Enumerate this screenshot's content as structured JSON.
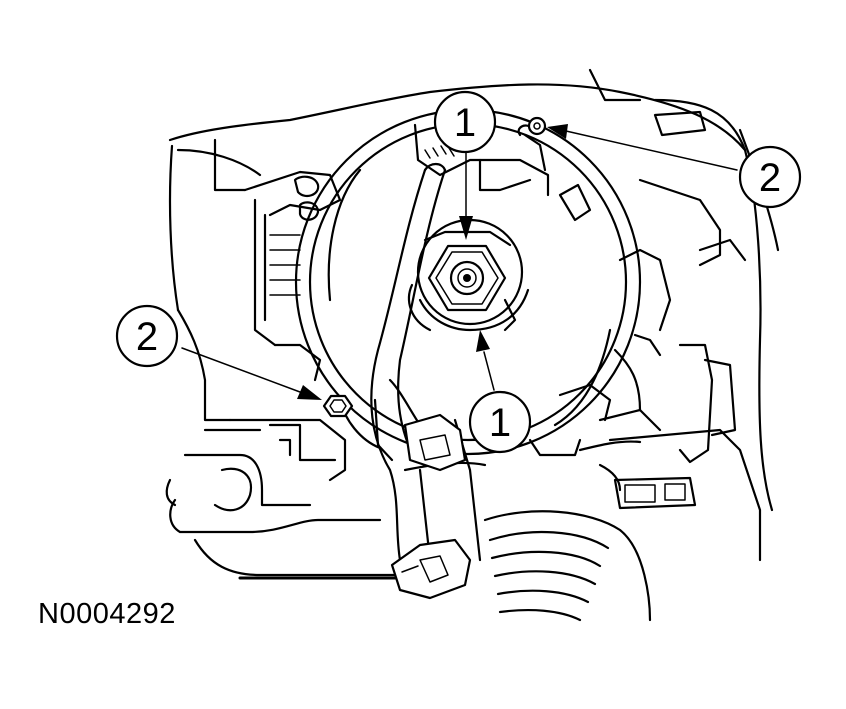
{
  "figure": {
    "reference_code": "N0004292",
    "callouts": [
      {
        "id": "callout-1-top",
        "label": "1"
      },
      {
        "id": "callout-1-bottom",
        "label": "1"
      },
      {
        "id": "callout-2-right",
        "label": "2"
      },
      {
        "id": "callout-2-left",
        "label": "2"
      }
    ]
  }
}
